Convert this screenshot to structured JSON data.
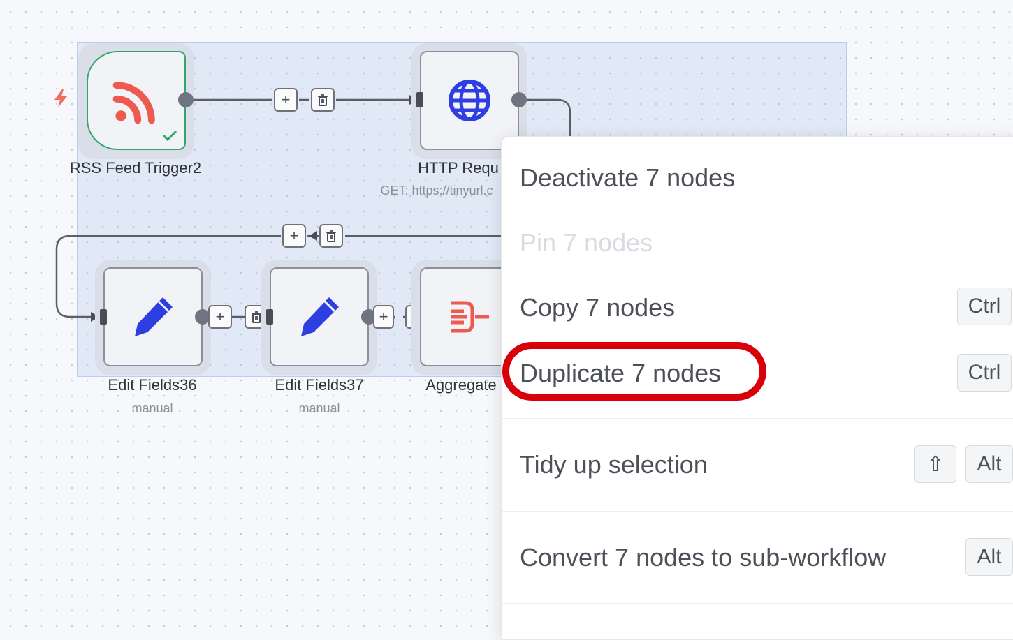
{
  "canvas": {
    "nodes": {
      "rss": {
        "title": "RSS Feed Trigger2",
        "icon": "rss-icon",
        "status": "check-icon"
      },
      "http": {
        "title": "HTTP Requ",
        "subtitle": "GET: https://tinyurl.c",
        "icon": "globe-icon"
      },
      "edit36": {
        "title": "Edit Fields36",
        "subtitle": "manual",
        "icon": "pencil-icon"
      },
      "edit37": {
        "title": "Edit Fields37",
        "subtitle": "manual",
        "icon": "pencil-icon"
      },
      "aggregate": {
        "title": "Aggregate",
        "icon": "aggregate-icon"
      }
    },
    "edge_buttons": {
      "add": "+",
      "delete": "trash-icon"
    },
    "selected_count": 7
  },
  "context_menu": {
    "items": [
      {
        "label": "Deactivate 7 nodes",
        "disabled": false
      },
      {
        "label": "Pin 7 nodes",
        "disabled": true
      },
      {
        "label": "Copy 7 nodes",
        "disabled": false,
        "shortcut": [
          "Ctrl"
        ]
      },
      {
        "label": "Duplicate 7 nodes",
        "disabled": false,
        "shortcut": [
          "Ctrl"
        ],
        "highlighted": true
      },
      {
        "label": "Tidy up selection",
        "disabled": false,
        "shortcut": [
          "⇧",
          "Alt"
        ]
      },
      {
        "label": "Convert 7 nodes to sub-workflow",
        "disabled": false,
        "shortcut": [
          "Alt"
        ]
      }
    ]
  },
  "colors": {
    "highlight_ring": "#d9000a",
    "trigger_border": "#2fa76a",
    "rss_icon": "#ee5a4f",
    "globe_icon": "#2d3fe0",
    "pencil_icon": "#2d3fe0",
    "aggregate_icon": "#ee5a4f",
    "bolt_icon": "#f26c5b"
  }
}
